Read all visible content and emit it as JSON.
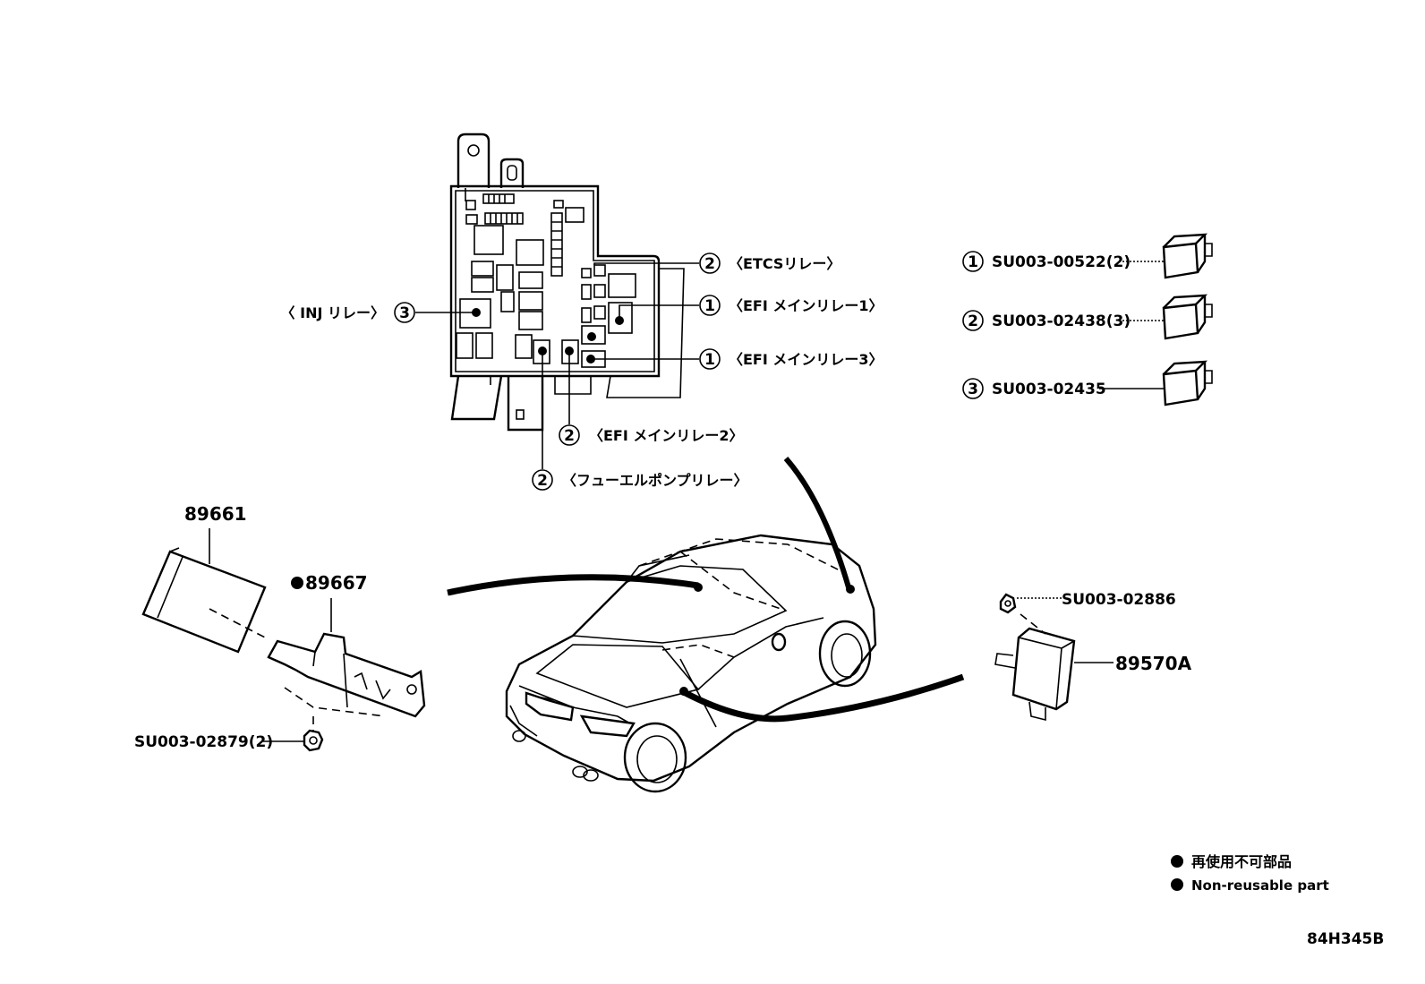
{
  "relay_labels": {
    "etcs": "〈ETCSリレー〉",
    "efi_main_1": "〈EFI メインリレー1〉",
    "efi_main_3": "〈EFI メインリレー3〉",
    "efi_main_2": "〈EFI メインリレー2〉",
    "fuel_pump": "〈フューエルポンプリレー〉",
    "inj": "〈 INJ リレー〉"
  },
  "callout_numbers": {
    "one": "1",
    "two": "2",
    "three": "3"
  },
  "relay_parts": [
    {
      "callout": "1",
      "part": "SU003-00522(2)"
    },
    {
      "callout": "2",
      "part": "SU003-02438(3)"
    },
    {
      "callout": "3",
      "part": "SU003-02435"
    }
  ],
  "parts": {
    "ecu": "89661",
    "bracket": "89667",
    "nut_left": "SU003-02879(2)",
    "nut_right": "SU003-02886",
    "module_right": "89570A"
  },
  "legend": {
    "jp": "再使用不可部品",
    "en": "Non-reusable part"
  },
  "figure_code": "84H345B"
}
